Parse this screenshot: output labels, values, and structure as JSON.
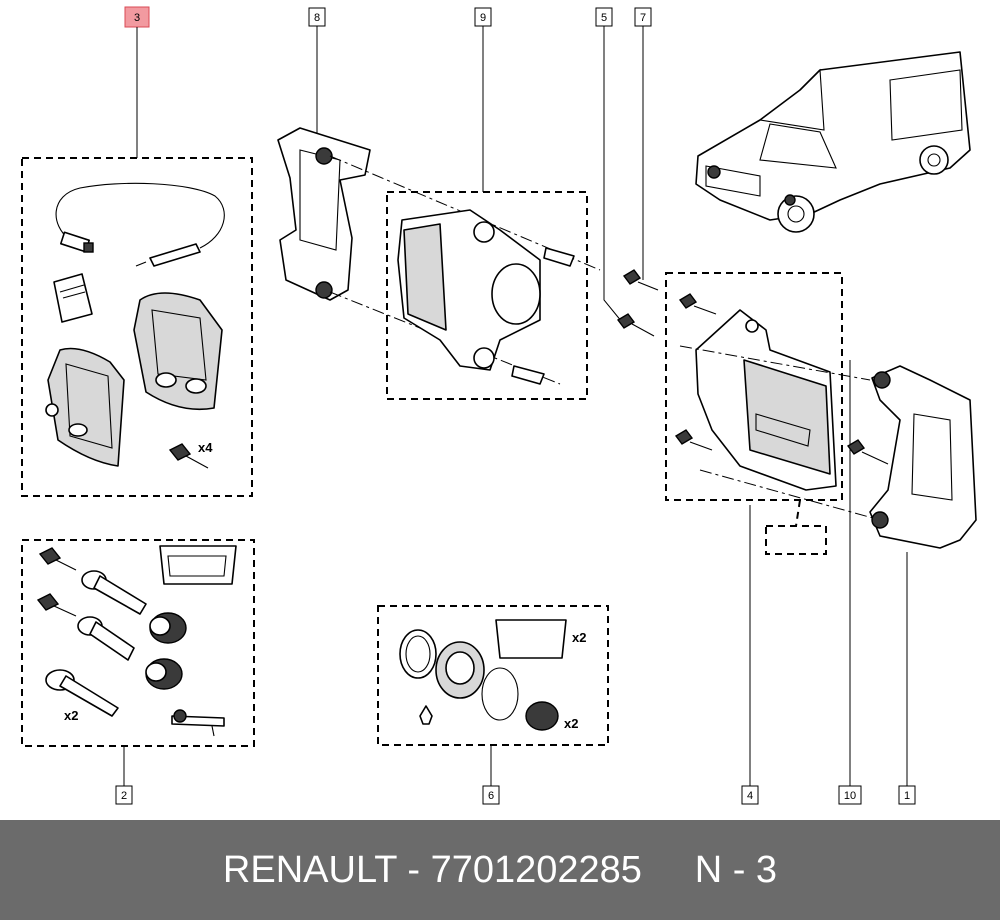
{
  "callouts": [
    {
      "id": "3",
      "active": true
    },
    {
      "id": "8"
    },
    {
      "id": "9"
    },
    {
      "id": "5"
    },
    {
      "id": "7"
    },
    {
      "id": "2"
    },
    {
      "id": "6"
    },
    {
      "id": "4"
    },
    {
      "id": "10"
    },
    {
      "id": "1"
    }
  ],
  "quantities": {
    "kit3_bolts": "x4",
    "kit2_bolts": "x2",
    "kit6_grease": "x2",
    "kit6_boots": "x2"
  },
  "colors": {
    "active_callout_fill": "#f29aa0",
    "active_callout_border": "#d94a55",
    "footer_background": "#6b6b6b",
    "footer_text": "#ffffff"
  },
  "footer": {
    "brand": "RENAULT",
    "separator": "-",
    "part_number": "7701202285",
    "diagram_ref": "N - 3"
  }
}
